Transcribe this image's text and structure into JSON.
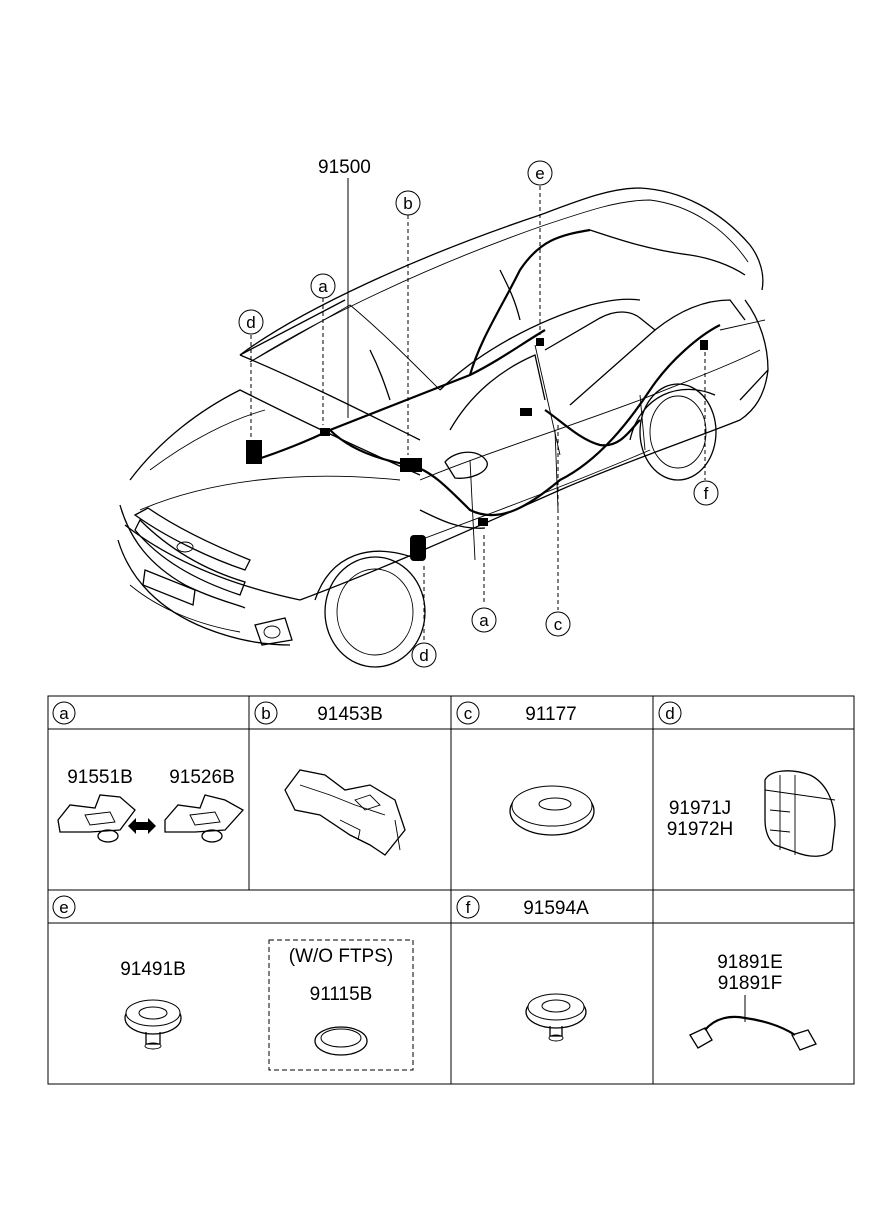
{
  "main_part": "91500",
  "callouts": {
    "a": "a",
    "b": "b",
    "c": "c",
    "d": "d",
    "e": "e",
    "f": "f"
  },
  "table": {
    "cells": {
      "a": {
        "letter": "a",
        "part": "",
        "items": [
          "91551B",
          "91526B"
        ]
      },
      "b": {
        "letter": "b",
        "part": "91453B"
      },
      "c": {
        "letter": "c",
        "part": "91177"
      },
      "d": {
        "letter": "d",
        "part": "",
        "items": [
          "91971J",
          "91972H"
        ]
      },
      "e": {
        "letter": "e",
        "part": "",
        "items": [
          "91491B"
        ],
        "note": "(W/O FTPS)",
        "note_item": "91115B"
      },
      "f": {
        "letter": "f",
        "part": "91594A"
      },
      "g": {
        "items": [
          "91891E",
          "91891F"
        ]
      }
    }
  }
}
